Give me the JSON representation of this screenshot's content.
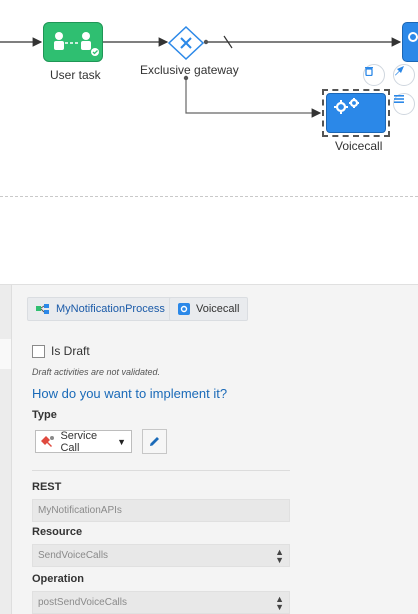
{
  "diagram": {
    "nodes": {
      "user_task": {
        "label": "User task"
      },
      "gateway": {
        "label": "Exclusive gateway"
      },
      "voicecall": {
        "label": "Voicecall"
      }
    },
    "colors": {
      "user_task": "#2fbf71",
      "service_task": "#2b88e8",
      "gateway": "#2b88e8"
    }
  },
  "panel": {
    "breadcrumbs": [
      {
        "label": "MyNotificationProcess",
        "icon": "process-icon"
      },
      {
        "label": "Voicecall",
        "icon": "service-task-icon"
      }
    ],
    "is_draft": {
      "label": "Is Draft",
      "checked": false
    },
    "draft_note": "Draft activities are not validated.",
    "implement_heading": "How do you want to implement it?",
    "type": {
      "label": "Type",
      "selected": "Service Call"
    },
    "rest": {
      "section_label": "REST",
      "connector_value": "MyNotificationAPIs",
      "resource_label": "Resource",
      "resource_value": "SendVoiceCalls",
      "operation_label": "Operation",
      "operation_value": "postSendVoiceCalls"
    }
  }
}
